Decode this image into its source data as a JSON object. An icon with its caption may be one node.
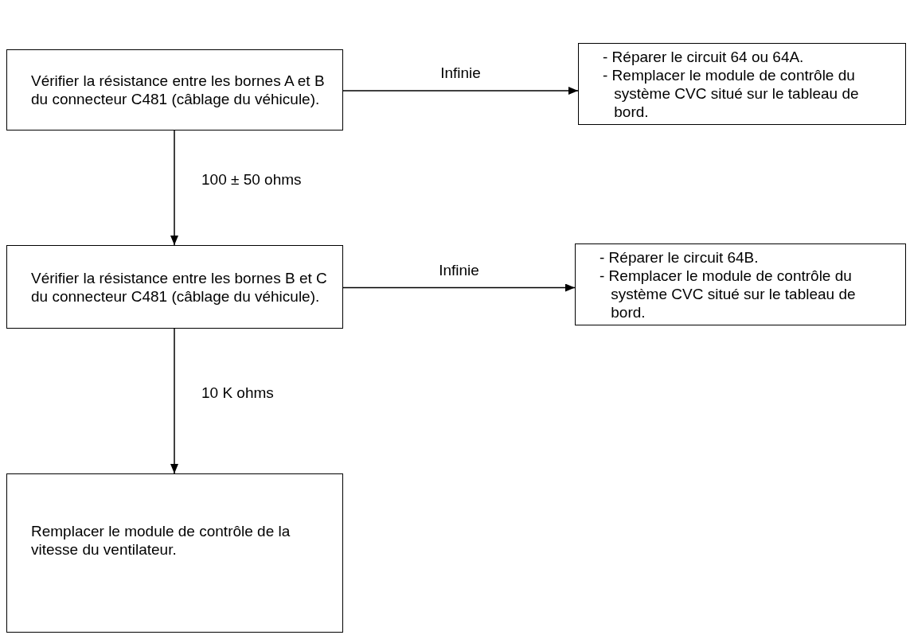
{
  "diagram": {
    "nodes": [
      {
        "text": [
          "Vérifier la résistance entre les bornes A et B du connecteur C481 (câblage du véhicule)."
        ]
      },
      {
        "text": [
          "- Réparer le circuit 64 ou 64A.",
          "- Remplacer le module de contrôle du système CVC situé sur le tableau de bord."
        ]
      },
      {
        "text": [
          "Vérifier la résistance entre les bornes B et C du connecteur C481 (câblage du véhicule)."
        ]
      },
      {
        "text": [
          "- Réparer le circuit 64B.",
          "- Remplacer le module de contrôle du système CVC situé sur le tableau de bord."
        ]
      },
      {
        "text": [
          "Remplacer le module de contrôle de la vitesse du ventilateur."
        ]
      }
    ],
    "edges": [
      {
        "from": 0,
        "to": 1,
        "arrow": "to",
        "label": "Infinie"
      },
      {
        "from": 0,
        "to": 2,
        "arrow": "to",
        "label": "100 ± 50 ohms"
      },
      {
        "from": 2,
        "to": 3,
        "arrow": "to",
        "label": "Infinie"
      },
      {
        "from": 2,
        "to": 4,
        "arrow": "to",
        "label": "10 K ohms"
      }
    ]
  }
}
